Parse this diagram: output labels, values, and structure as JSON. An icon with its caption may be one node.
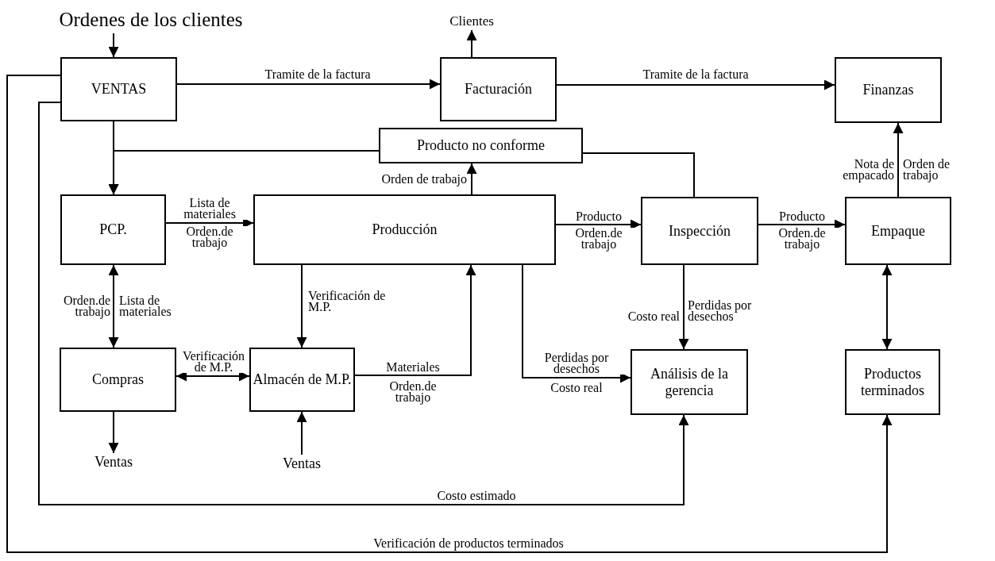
{
  "diagram": {
    "nodes": [
      {
        "text": [
          "Ordenes de los clientes"
        ]
      },
      {
        "text": [
          "VENTAS"
        ]
      },
      {
        "text": [
          "Clientes"
        ]
      },
      {
        "text": [
          "Facturación"
        ]
      },
      {
        "text": [
          "Finanzas"
        ]
      },
      {
        "text": [
          "Producto no conforme"
        ]
      },
      {
        "text": [
          "PCP."
        ]
      },
      {
        "text": [
          "Producción"
        ]
      },
      {
        "text": [
          "Inspección"
        ]
      },
      {
        "text": [
          "Empaque"
        ]
      },
      {
        "text": [
          "Compras"
        ]
      },
      {
        "text": [
          "Almacén de M.P."
        ]
      },
      {
        "text": [
          "Análisis de la gerencia"
        ]
      },
      {
        "text": [
          "Productos terminados"
        ]
      },
      {
        "text": [
          "Ventas"
        ]
      },
      {
        "text": [
          "Ventas"
        ]
      }
    ],
    "edges": [
      {
        "from": 0,
        "to": 1,
        "arrow": "to"
      },
      {
        "from": 1,
        "to": 3,
        "arrow": "to",
        "label": "Tramite de la factura"
      },
      {
        "from": 3,
        "to": 4,
        "arrow": "to",
        "label": "Tramite de la factura"
      },
      {
        "from": 3,
        "to": 2,
        "arrow": "to"
      },
      {
        "from": 1,
        "to": 6,
        "arrow": "to"
      },
      {
        "from": 5,
        "to": 6,
        "arrow": "to"
      },
      {
        "from": 7,
        "to": 5,
        "arrow": "to",
        "label": "Orden de trabajo"
      },
      {
        "from": 8,
        "to": 5,
        "arrow": "none"
      },
      {
        "from": 6,
        "to": 7,
        "arrow": "to",
        "label": "Lista de materiales"
      },
      {
        "from": 7,
        "to": 8,
        "arrow": "to",
        "label": "Producto"
      },
      {
        "from": 8,
        "to": 9,
        "arrow": "to",
        "label": "Producto"
      },
      {
        "from": 9,
        "to": 4,
        "arrow": "to",
        "label": "Nota de empacado"
      },
      {
        "from": 6,
        "to": 10,
        "arrow": "both",
        "label": "Orden.de trabajo"
      },
      {
        "from": 10,
        "to": 11,
        "arrow": "both",
        "label": "Verificación de M.P."
      },
      {
        "from": 7,
        "to": 11,
        "arrow": "to",
        "label": "Verificación de M.P."
      },
      {
        "from": 11,
        "to": 7,
        "arrow": "to",
        "label": "Materiales"
      },
      {
        "from": 7,
        "to": 12,
        "arrow": "to",
        "label": "Perdidas por desechos"
      },
      {
        "from": 8,
        "to": 12,
        "arrow": "to",
        "label": "Costo real"
      },
      {
        "from": 9,
        "to": 13,
        "arrow": "both"
      },
      {
        "from": 10,
        "to": 14,
        "arrow": "to"
      },
      {
        "from": 15,
        "to": 11,
        "arrow": "to"
      },
      {
        "from": 1,
        "to": 12,
        "arrow": "to",
        "label": "Costo estimado"
      },
      {
        "from": 1,
        "to": 13,
        "arrow": "to",
        "label": "Verificación de productos terminados"
      }
    ],
    "labels": [
      "Orden de trabajo",
      "Orden.de trabajo",
      "Orden.de trabajo",
      "Orden.de trabajo",
      "Lista de materiales",
      "Perdidas por desechos",
      "Orden.de trabajo",
      "Costo real"
    ]
  }
}
